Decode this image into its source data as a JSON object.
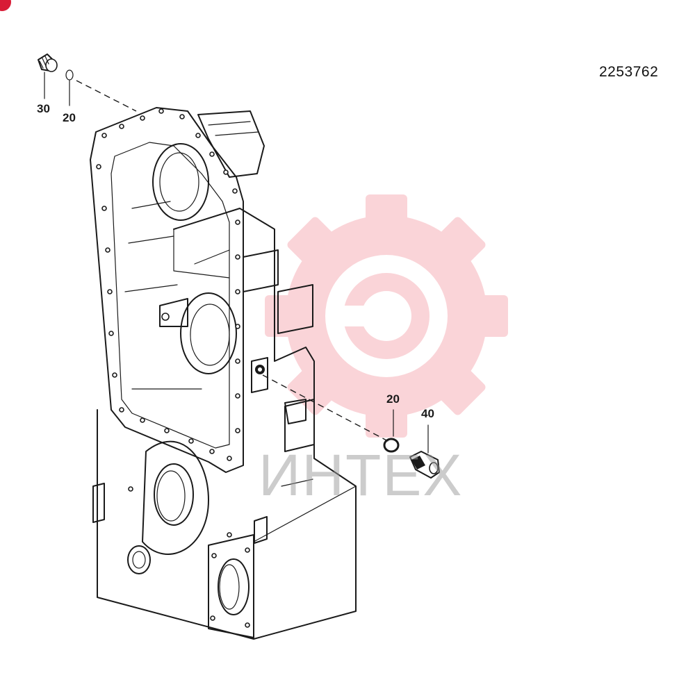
{
  "diagram": {
    "part_number": "2253762",
    "callouts": [
      {
        "id": "callout-30",
        "text": "30"
      },
      {
        "id": "callout-20-top",
        "text": "20"
      },
      {
        "id": "callout-20-right",
        "text": "20"
      },
      {
        "id": "callout-40",
        "text": "40"
      }
    ]
  },
  "watermark": {
    "text": "ИНТЕХ",
    "icon": "gear-logo-icon",
    "color": "#e8192c",
    "text_color": "#9a9a9a"
  },
  "badge": {
    "color": "#d81b36"
  }
}
